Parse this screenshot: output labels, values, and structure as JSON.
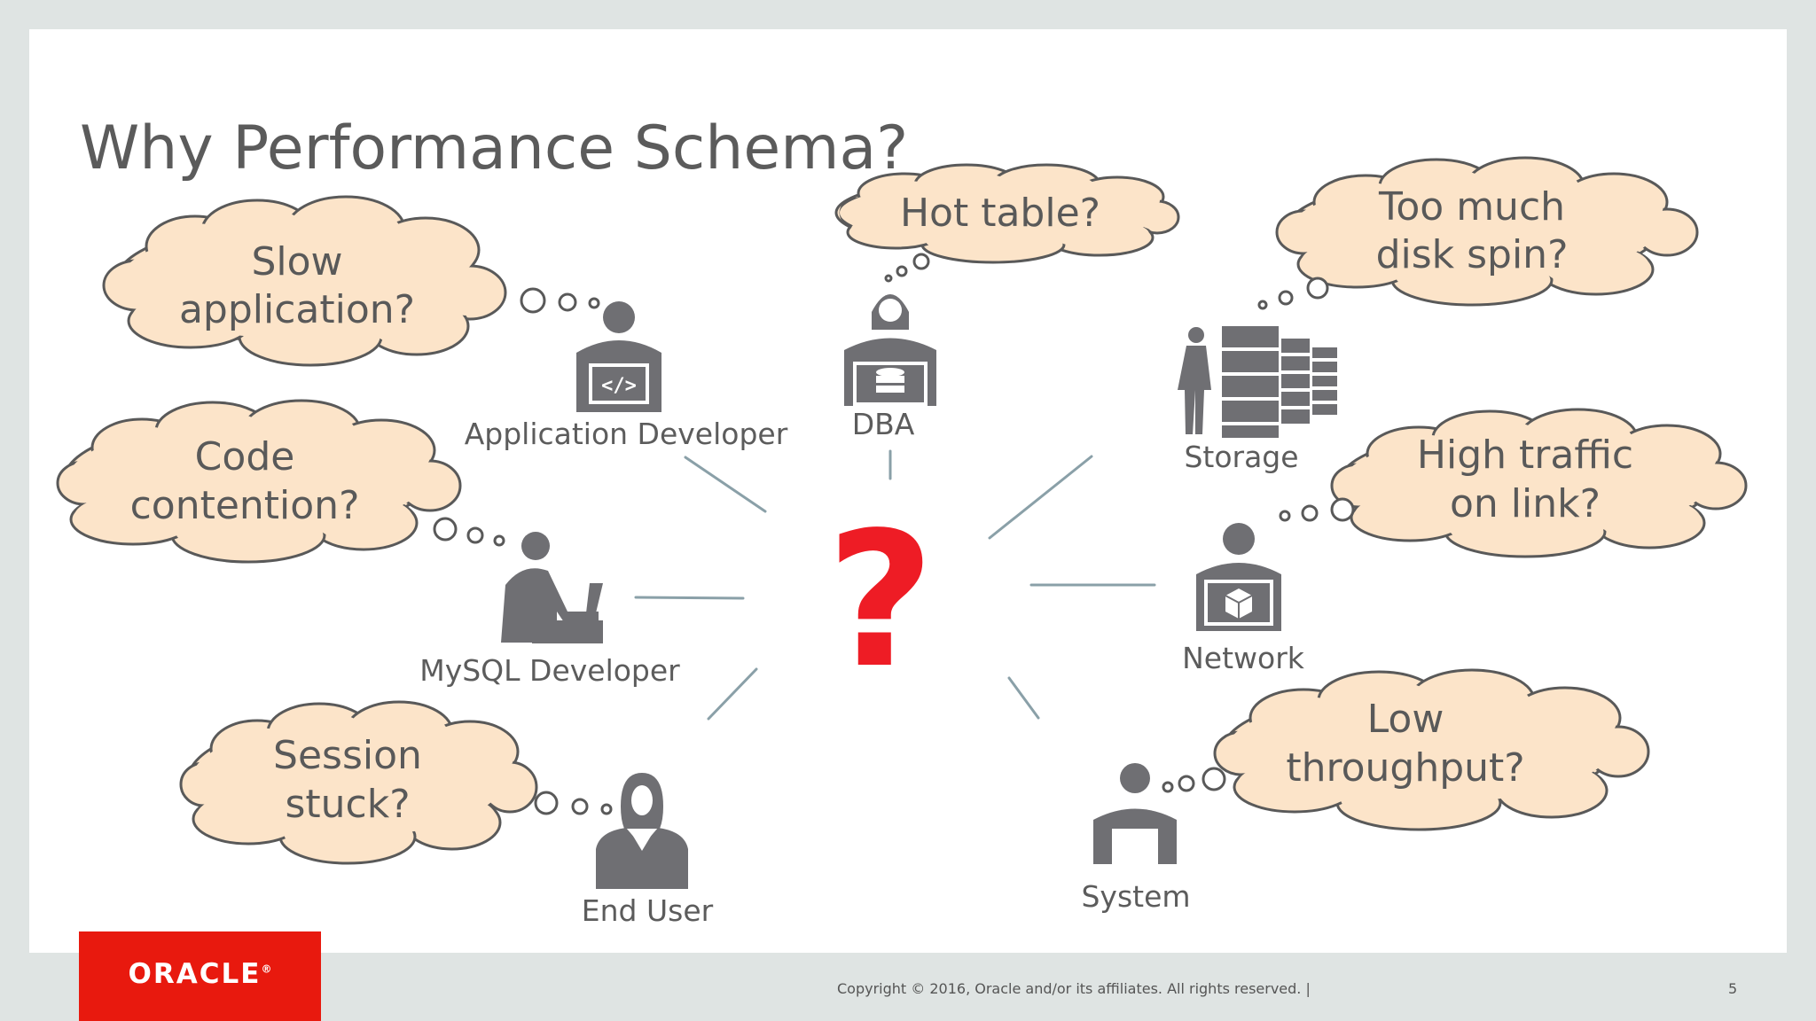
{
  "slide": {
    "title": "Why Performance Schema?",
    "center_symbol": "?",
    "actors": {
      "app_dev": "Application Developer",
      "dba": "DBA",
      "storage": "Storage",
      "mysql_dev": "MySQL Developer",
      "network": "Network",
      "end_user": "End User",
      "system": "System"
    },
    "bubbles": {
      "slow_app": [
        "Slow",
        "application?"
      ],
      "hot_table": [
        "Hot table?"
      ],
      "disk_spin": [
        "Too much",
        "disk spin?"
      ],
      "code_contention": [
        "Code",
        "contention?"
      ],
      "high_traffic": [
        "High traffic",
        "on link?"
      ],
      "session_stuck": [
        "Session",
        "stuck?"
      ],
      "low_throughput": [
        "Low",
        "throughput?"
      ]
    },
    "icon_glyphs": {
      "code": "</>"
    }
  },
  "footer": {
    "copyright": "Copyright © 2016, Oracle and/or its affiliates. All rights reserved.  |",
    "page_number": "5",
    "logo": "ORACLE",
    "logo_mark": "®"
  },
  "colors": {
    "bubble_fill": "#fce4c9",
    "question_mark": "#ee1c25",
    "brand_red": "#e8190e",
    "icon_gray": "#6f6f73",
    "spoke": "#8aa0a8"
  }
}
